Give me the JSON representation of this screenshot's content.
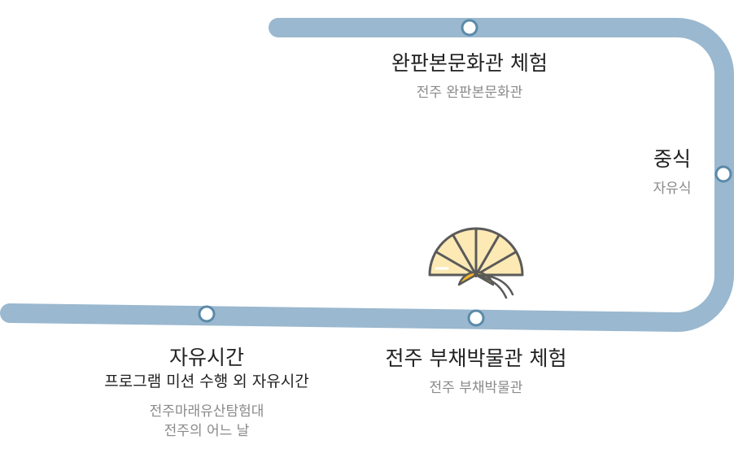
{
  "colors": {
    "route": "#9ab8cf",
    "station_ring": "#5b8aa8",
    "text_primary": "#222222",
    "text_secondary": "#8a8a8a",
    "fan_light": "#fde9b4",
    "fan_dark": "#f3b526",
    "fan_outline": "#5a5a5a"
  },
  "icon": "hand-fan-icon",
  "stops": [
    {
      "title": "완판본문화관 체험",
      "place": "전주 완판본문화관"
    },
    {
      "title": "중식",
      "place": "자유식"
    },
    {
      "title": "전주 부채박물관 체험",
      "place": "전주 부채박물관"
    },
    {
      "title": "자유시간",
      "subtitle": "프로그램 미션 수행 외 자유시간",
      "places": [
        "전주마래유산탐험대",
        "전주의 어느 날"
      ]
    }
  ]
}
